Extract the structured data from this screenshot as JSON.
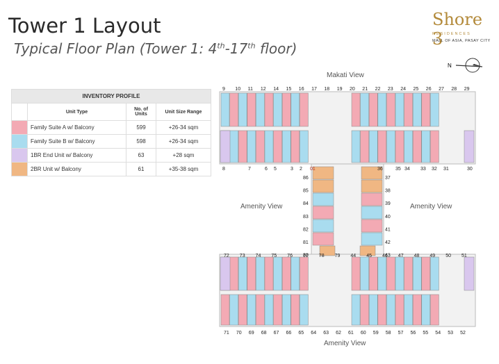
{
  "header": {
    "title": "Tower 1 Layout",
    "subtitle_main": "Typical Floor Plan (Tower 1: 4",
    "sup1": "th",
    "mid": "-17",
    "sup2": "th",
    "end": " floor)"
  },
  "logo": {
    "word": "Shore 3",
    "sub": "RESIDENCES",
    "tag": "MALL OF ASIA, PASAY CITY"
  },
  "compass": {
    "letter": "N"
  },
  "inventory": {
    "title": "INVENTORY PROFILE",
    "col_type": "Unit Type",
    "col_units": "No. of Units",
    "col_size": "Unit Size Range",
    "rows": [
      {
        "label": "Family Suite A w/ Balcony",
        "units": "599",
        "size": "+26-34 sqm",
        "color": "#f3aab4"
      },
      {
        "label": "Family Suite B w/ Balcony",
        "units": "598",
        "size": "+26-34 sqm",
        "color": "#a9dcef"
      },
      {
        "label": "1BR End Unit w/ Balcony",
        "units": "63",
        "size": "+28 sqm",
        "color": "#d9c7ee"
      },
      {
        "label": "2BR Unit w/ Balcony",
        "units": "61",
        "size": "+35-38 sqm",
        "color": "#f0b783"
      }
    ]
  },
  "views": {
    "makati": "Makati View",
    "amenity_left": "Amenity View",
    "amenity_right": "Amenity View",
    "amenity_bottom": "Amenity View"
  },
  "units": {
    "top_row": [
      "9",
      "10",
      "11",
      "12",
      "14",
      "15",
      "16",
      "17",
      "18",
      "19",
      "20",
      "21",
      "22",
      "23",
      "24",
      "25",
      "26",
      "27",
      "28",
      "29"
    ],
    "mid_row": [
      "8",
      "7",
      "6",
      "5",
      "3",
      "2",
      "01",
      "36",
      "35",
      "34",
      "33",
      "32",
      "31",
      "30"
    ],
    "left_col": [
      "86",
      "85",
      "84",
      "83",
      "82",
      "81",
      "80"
    ],
    "right_col": [
      "37",
      "38",
      "39",
      "40",
      "41",
      "42",
      "43"
    ],
    "lower_top": [
      "72",
      "73",
      "74",
      "75",
      "76",
      "77",
      "78",
      "79",
      "44",
      "45",
      "46",
      "47",
      "48",
      "49",
      "50",
      "51"
    ],
    "bottom_row": [
      "71",
      "70",
      "69",
      "68",
      "67",
      "66",
      "65",
      "64",
      "63",
      "62",
      "61",
      "60",
      "59",
      "58",
      "57",
      "56",
      "55",
      "54",
      "53",
      "52"
    ]
  },
  "colors": {
    "pink": "#f3aab4",
    "blue": "#a9dcef",
    "purple": "#d9c7ee",
    "orange": "#f0b783",
    "gold": "#b38a3a"
  }
}
